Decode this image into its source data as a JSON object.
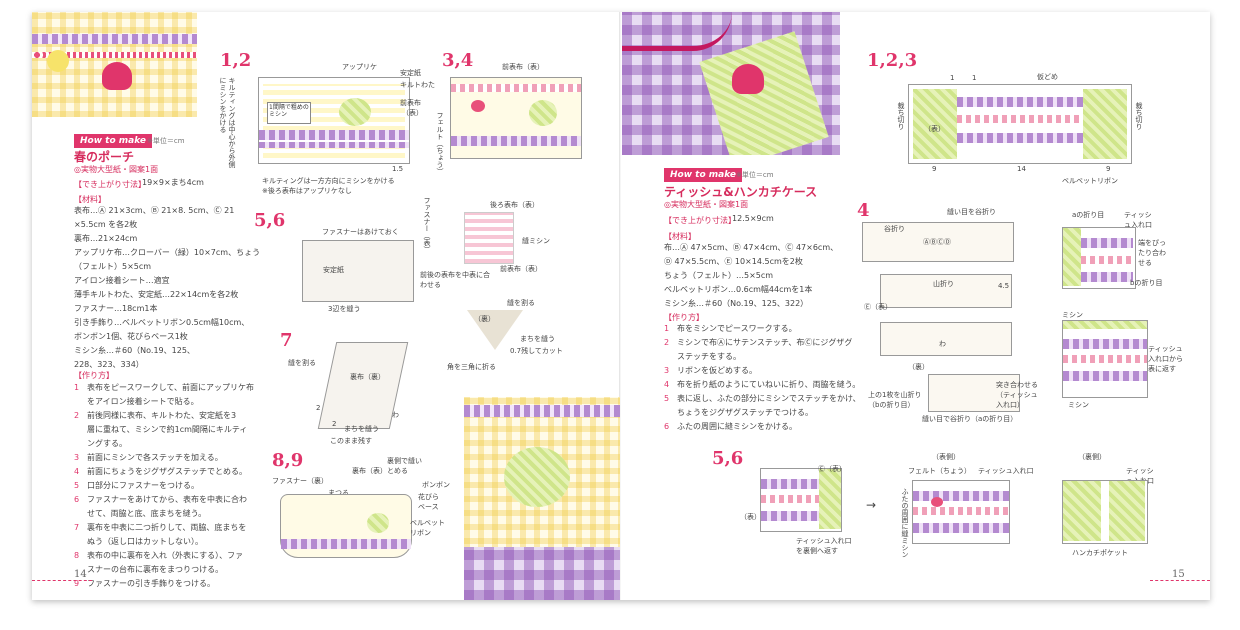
{
  "left_page": {
    "how_to": "How to make",
    "unit": "※単位＝cm",
    "title": "春のポーチ",
    "subtitle": "◎実物大型紙・図案1面",
    "finished_heading": "【でき上がり寸法】",
    "finished_size": "19×9×まち4cm",
    "materials_heading": "【材料】",
    "materials": [
      "表布…Ⓐ 21×3cm、Ⓑ 21×8. 5cm、Ⓒ 21",
      "×5.5cm を各2枚",
      "裏布…21×24cm",
      "アップリケ布…クローバー（緑）10×7cm、ちょう",
      "（フェルト）5×5cm",
      "アイロン接着シート…適宜",
      "薄手キルトわた、安定紙…22×14cmを各2枚",
      "ファスナー…18cm1本",
      "引き手飾り…ベルベットリボン0.5cm幅10cm、",
      "ボンボン1個、花びらベース1枚",
      "ミシン糸…＃60（No.19、125、",
      "228、323、334）"
    ],
    "steps_heading": "【作り方】",
    "steps": [
      {
        "n": "1",
        "t": "表布をピースワークして、前面にアップリケ布"
      },
      {
        "n": "",
        "t": "をアイロン接着シートで貼る。"
      },
      {
        "n": "2",
        "t": "前後同様に表布、キルトわた、安定紙を3"
      },
      {
        "n": "",
        "t": "層に重ねて、ミシンで約1cm間隔にキルティ"
      },
      {
        "n": "",
        "t": "ングする。"
      },
      {
        "n": "3",
        "t": "前面にミシンで各ステッチを加える。"
      },
      {
        "n": "4",
        "t": "前面にちょうをジグザグステッチでとめる。"
      },
      {
        "n": "5",
        "t": "口部分にファスナーをつける。"
      },
      {
        "n": "6",
        "t": "ファスナーをあけてから、表布を中表に合わ"
      },
      {
        "n": "",
        "t": "せて、両脇と底、底まちを縫う。"
      },
      {
        "n": "7",
        "t": "裏布を中表に二つ折りして、両脇、底まちを"
      },
      {
        "n": "",
        "t": "ぬう（返し口はカットしない）。"
      },
      {
        "n": "8",
        "t": "表布の中に裏布を入れ（外表にする）、ファ"
      },
      {
        "n": "",
        "t": "スナーの台布に裏布をまつりつける。"
      },
      {
        "n": "9",
        "t": "ファスナーの引き手飾りをつける。"
      }
    ],
    "step_labels": {
      "s12": "1,2",
      "s34": "3,4",
      "s56": "5,6",
      "s7": "7",
      "s89": "8,9"
    },
    "diagram_labels": {
      "applique": "アップリケ",
      "stabilizer": "安定紙",
      "batting": "キルトわた",
      "front_outer": "前表布",
      "front_outer2": "（表）",
      "quilt_side": "キルティングは中心から外側にミシンをかける",
      "interval": "1間隔で粗めのミシン",
      "dim": "1.5",
      "note1": "キルティングは一方方向にミシンをかける",
      "note2": "※後ろ表布はアップリケなし",
      "front34": "前表布（表）",
      "felt": "フェルト（ちょう）",
      "zip_open": "ファスナーはあけておく",
      "zipper": "ファスナー（表）",
      "back_outer": "後ろ表布（表）",
      "stabilizer2": "安定紙",
      "align": "前後の表布を中表に合わせる",
      "sew3": "3辺を縫う",
      "gusset_stitch": "縫ミシン",
      "front_back": "前表布（表）",
      "split": "縫を割る",
      "back_in": "（裏）",
      "cut07": "0.7残してカット",
      "gusset2": "まちを縫う",
      "fold_triangle": "角を三角に折る",
      "split2": "縫を割る",
      "lining": "裏布（裏）",
      "gusset3": "まちを縫う",
      "leave": "このまま残す",
      "wa": "わ",
      "num2a": "2",
      "num2b": "2",
      "zip_back": "ファスナー（裏）",
      "lining_table": "裏布（表）",
      "matsuru": "まつる",
      "inside_out": "裏側で縫いとめる",
      "pompom": "ボンボン",
      "petal": "花びらベース",
      "velvet": "ベルベットリボン"
    },
    "page_number": "14"
  },
  "right_page": {
    "how_to": "How to make",
    "unit": "※単位＝cm",
    "title": "ティッシュ&ハンカチケース",
    "subtitle": "◎実物大型紙・図案1面",
    "finished_heading": "【でき上がり寸法】",
    "finished_size": "12.5×9cm",
    "materials_heading": "【材料】",
    "materials": [
      "布…Ⓐ 47×5cm、Ⓑ 47×4cm、Ⓒ 47×6cm、",
      "Ⓓ 47×5.5cm、Ⓔ 10×14.5cmを2枚",
      "ちょう（フェルト）…5×5cm",
      "ベルベットリボン…0.6cm幅44cmを1本",
      "ミシン糸…＃60（No.19、125、322）"
    ],
    "steps_heading": "【作り方】",
    "steps": [
      {
        "n": "1",
        "t": "布をミシンでピースワークする。"
      },
      {
        "n": "2",
        "t": "ミシンで布Ⓐにサテンステッチ、布Ⓒにジグザグ"
      },
      {
        "n": "",
        "t": "ステッチをする。"
      },
      {
        "n": "3",
        "t": "リボンを仮どめする。"
      },
      {
        "n": "4",
        "t": "布を折り紙のようにていねいに折り、両脇を縫う。"
      },
      {
        "n": "5",
        "t": "表に返し、ふたの部分にミシンでステッチをかけ、"
      },
      {
        "n": "",
        "t": "ちょうをジグザグステッチでつける。"
      },
      {
        "n": "6",
        "t": "ふたの周囲に縫ミシンをかける。"
      }
    ],
    "step_labels": {
      "s123": "1,2,3",
      "s4": "4",
      "s56": "5,6"
    },
    "diagram_labels": {
      "tack": "仮どめ",
      "cut_l": "裁ち切り",
      "cut_r": "裁ち切り",
      "omote": "（表）",
      "velvet_ribbon": "ベルベットリボン",
      "n1a": "1",
      "n1b": "1",
      "n9a": "9",
      "n14": "14",
      "n9b": "9",
      "seam_tani": "縫い目を谷折り",
      "tanioori": "谷折り",
      "abcd": "ⒶⒷⒸⒹ",
      "e_front": "Ⓔ（表）",
      "yamaori": "山折り",
      "d45": "4.5",
      "ura": "（裏）",
      "wa": "わ",
      "upper_fold": "上の1枚を山折り（bの折り目）",
      "seam_valley": "縫い目で谷折り（aの折り目）",
      "butt": "突き合わせる（ティッシュ入れ口）",
      "a_fold": "aの折り目",
      "tissue_in": "ティッシュ入れ口",
      "align_edge": "端をぴったり合わせる",
      "b_fold": "bの折り目",
      "machine": "ミシン",
      "turn": "ティッシュ入れ口から表に返す",
      "front_side": "（表側）",
      "back_side": "（裏側）",
      "felt_b": "フェルト（ちょう）",
      "edge_stitch": "ふたの周囲に縫ミシン",
      "tissue_in2": "ティッシュ入れ口",
      "tissue_in3": "ティッシュ入れ口",
      "hanky": "ハンカチポケット",
      "turn_back": "ティッシュ入れ口を裏側へ返す"
    },
    "page_number": "15"
  },
  "colors": {
    "accent": "#e0356b",
    "lavender": "#b48ad0",
    "lime": "#cfe58a",
    "pink": "#f0a0b8"
  }
}
